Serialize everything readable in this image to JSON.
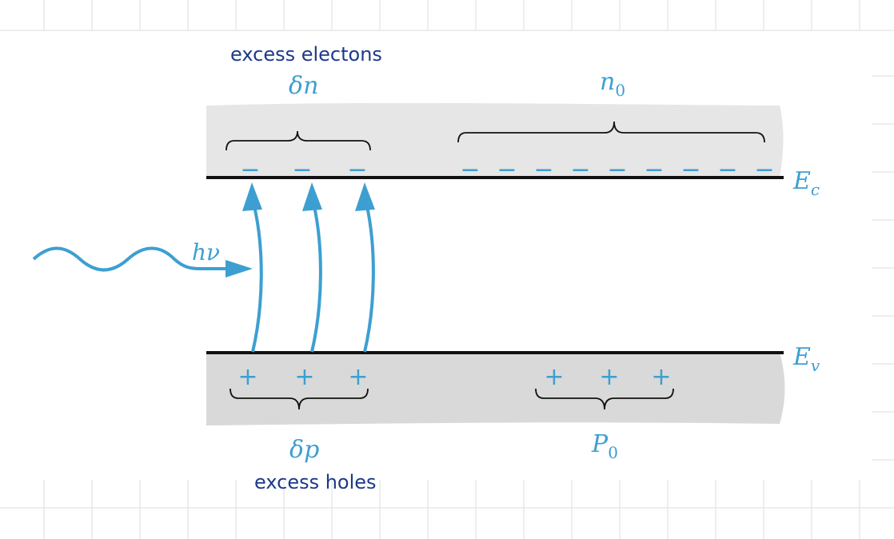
{
  "annotations": {
    "top_note": "excess electons",
    "bottom_note": "excess holes"
  },
  "labels": {
    "delta_n_sym": "δ",
    "delta_n_var": "n",
    "n0_var": "n",
    "n0_sub": "0",
    "delta_p_sym": "δ",
    "delta_p_var": "p",
    "p0_var": "P",
    "p0_sub": "0",
    "ec_var": "E",
    "ec_sub": "c",
    "ev_var": "E",
    "ev_sub": "v",
    "photon_h": "h",
    "photon_nu": "ν"
  },
  "symbols": {
    "electron": "−",
    "hole": "+"
  },
  "colors": {
    "accent": "#3d9fd1",
    "band_fill": "#e6e6e6",
    "valence_fill": "#d9d9d9",
    "band_line": "#111111",
    "handwriting": "#1c3a8a",
    "grid": "#dcdcdc"
  }
}
